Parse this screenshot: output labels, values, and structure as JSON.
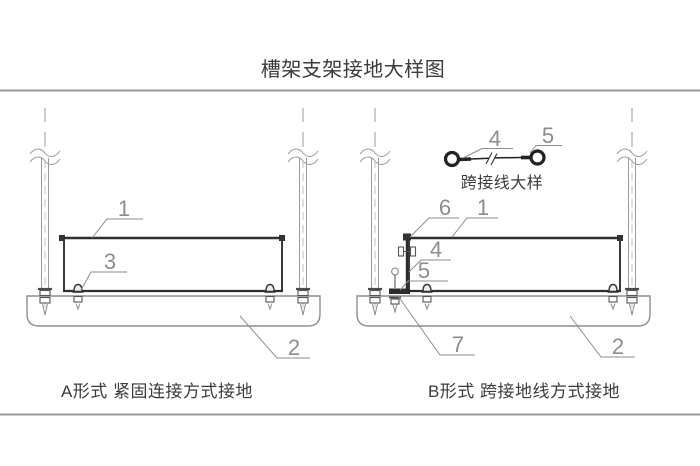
{
  "title": "槽架支架接地大样图",
  "detail": {
    "caption": "跨接线大样",
    "label_wire": "4",
    "label_terminal": "5"
  },
  "form_a": {
    "caption": "A形式 紧固连接方式接地",
    "label_tray": "1",
    "label_support": "2",
    "label_bolt": "3"
  },
  "form_b": {
    "caption": "B形式 跨接地线方式接地",
    "label_clamp": "6",
    "label_tray": "1",
    "label_jumper_wire": "4",
    "label_terminal": "5",
    "label_bolt": "7",
    "label_support": "2"
  }
}
